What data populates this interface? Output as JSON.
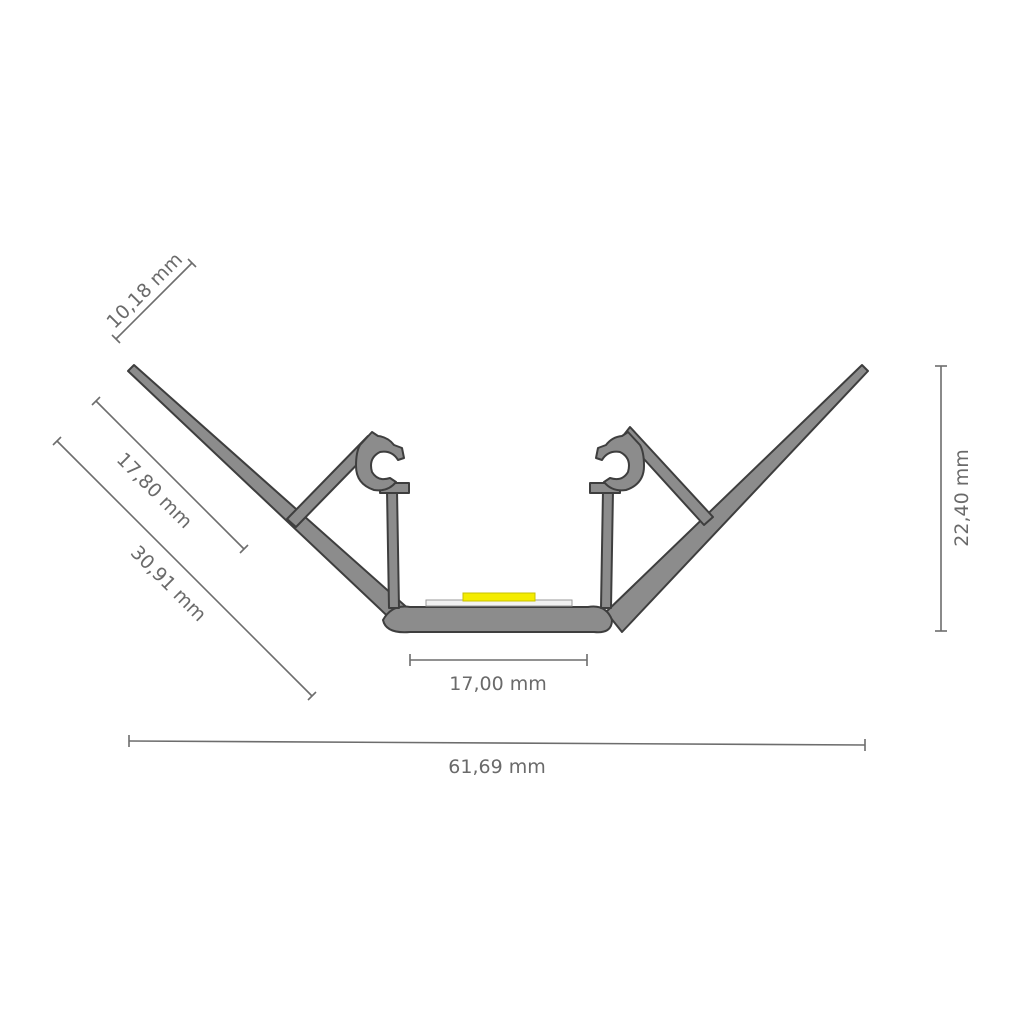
{
  "title": "",
  "colors": {
    "profile_fill": "#8c8c8c",
    "profile_outline": "#3e3e3e",
    "led_chip": "#f4ec00",
    "dimension_line": "#6d6d6d",
    "dimension_text": "#6a6a6a",
    "background": "#ffffff"
  },
  "dimensions": {
    "overall_width": "61,69 mm",
    "channel_width": "17,00 mm",
    "height": "22,40 mm",
    "leg_length": "30,91 mm",
    "inner_leg_length": "17,80 mm",
    "flange_width": "10,18 mm"
  }
}
